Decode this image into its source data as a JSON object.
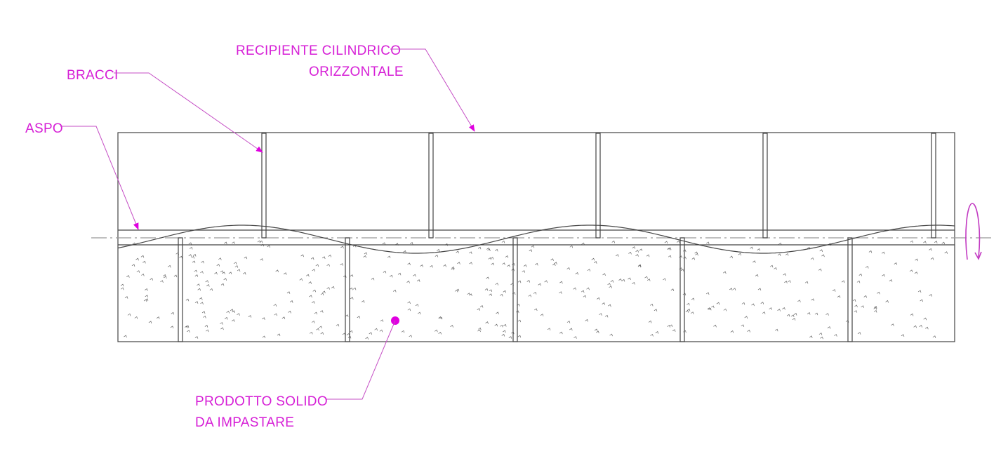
{
  "labels": {
    "container_line1": "RECIPIENTE CILINDRICO",
    "container_line2": "ORIZZONTALE",
    "arms": "BRACCI",
    "reel": "ASPO",
    "product_line1": "PRODOTTO SOLIDO",
    "product_line2": "DA IMPASTARE"
  },
  "colors": {
    "annotation": "#d61fd6",
    "line": "#444444"
  },
  "icons": {
    "rotation": "rotation-arrow-icon"
  }
}
